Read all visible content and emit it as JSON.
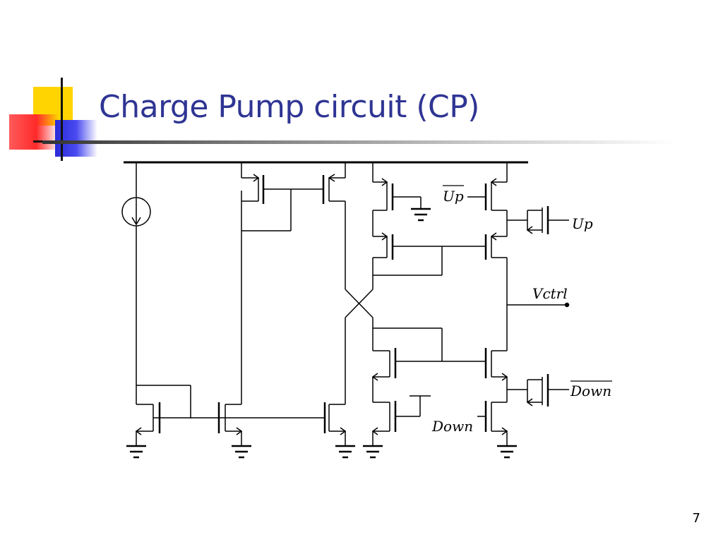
{
  "slide": {
    "title": "Charge Pump circuit (CP)",
    "page_number": "7"
  },
  "circuit": {
    "labels": {
      "up_bar": "Up",
      "up": "Up",
      "vctrl": "Vctrl",
      "down_bar": "Down",
      "down": "Down"
    }
  },
  "colors": {
    "title": "#2f3593",
    "accent_yellow": "#ffd400",
    "accent_red": "#ff2a2a",
    "accent_blue": "#2a2ad8"
  }
}
